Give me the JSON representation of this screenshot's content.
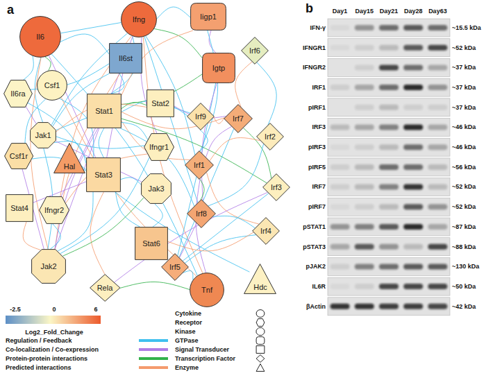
{
  "diagram": {
    "nodes": [
      {
        "text": [
          "Il6"
        ]
      },
      {
        "text": [
          "Ifng"
        ]
      },
      {
        "text": [
          "Iigp1"
        ]
      },
      {
        "text": [
          "Il6st"
        ]
      },
      {
        "text": [
          "Igtp"
        ]
      },
      {
        "text": [
          "Irf6"
        ]
      },
      {
        "text": [
          "Il6ra"
        ]
      },
      {
        "text": [
          "Csf1"
        ]
      },
      {
        "text": [
          "Stat1"
        ]
      },
      {
        "text": [
          "Stat2"
        ]
      },
      {
        "text": [
          "Jak1"
        ]
      },
      {
        "text": [
          "Irf9"
        ]
      },
      {
        "text": [
          "Irf7"
        ]
      },
      {
        "text": [
          "Irf2"
        ]
      },
      {
        "text": [
          "Csf1r"
        ]
      },
      {
        "text": [
          "Hal"
        ]
      },
      {
        "text": [
          "Ifngr1"
        ]
      },
      {
        "text": [
          "Irf1"
        ]
      },
      {
        "text": [
          "Stat3"
        ]
      },
      {
        "text": [
          "Jak3"
        ]
      },
      {
        "text": [
          "Irf3"
        ]
      },
      {
        "text": [
          "Stat4"
        ]
      },
      {
        "text": [
          "Ifngr2"
        ]
      },
      {
        "text": [
          "Irf8"
        ]
      },
      {
        "text": [
          "Irf4"
        ]
      },
      {
        "text": [
          "Stat6"
        ]
      },
      {
        "text": [
          "Irf5"
        ]
      },
      {
        "text": [
          "Hdc"
        ]
      },
      {
        "text": [
          "Jak2"
        ]
      },
      {
        "text": [
          "Rela"
        ]
      },
      {
        "text": [
          "Tnf"
        ]
      }
    ],
    "edges": [
      {
        "from": 0,
        "to": 3,
        "arrow": "none"
      },
      {
        "from": 0,
        "to": 6,
        "arrow": "none"
      },
      {
        "from": 0,
        "to": 18,
        "arrow": "none"
      },
      {
        "from": 0,
        "to": 10,
        "arrow": "none"
      },
      {
        "from": 0,
        "to": 28,
        "arrow": "none"
      },
      {
        "from": 0,
        "to": 30,
        "arrow": "none"
      },
      {
        "from": 0,
        "to": 7,
        "arrow": "none"
      },
      {
        "from": 0,
        "to": 1,
        "arrow": "none"
      },
      {
        "from": 1,
        "to": 16,
        "arrow": "none"
      },
      {
        "from": 1,
        "to": 22,
        "arrow": "none"
      },
      {
        "from": 1,
        "to": 8,
        "arrow": "none"
      },
      {
        "from": 1,
        "to": 17,
        "arrow": "none"
      },
      {
        "from": 1,
        "to": 28,
        "arrow": "none"
      },
      {
        "from": 1,
        "to": 10,
        "arrow": "none"
      },
      {
        "from": 1,
        "to": 30,
        "arrow": "none"
      },
      {
        "from": 1,
        "to": 2,
        "arrow": "none"
      },
      {
        "from": 1,
        "to": 4,
        "arrow": "none"
      },
      {
        "from": 1,
        "to": 23,
        "arrow": "none"
      },
      {
        "from": 2,
        "to": 4,
        "arrow": "none"
      },
      {
        "from": 2,
        "to": 8,
        "arrow": "none"
      },
      {
        "from": 2,
        "to": 17,
        "arrow": "none"
      },
      {
        "from": 3,
        "to": 6,
        "arrow": "none"
      },
      {
        "from": 3,
        "to": 18,
        "arrow": "none"
      },
      {
        "from": 3,
        "to": 10,
        "arrow": "none"
      },
      {
        "from": 3,
        "to": 28,
        "arrow": "none"
      },
      {
        "from": 3,
        "to": 8,
        "arrow": "none"
      },
      {
        "from": 4,
        "to": 8,
        "arrow": "none"
      },
      {
        "from": 4,
        "to": 17,
        "arrow": "none"
      },
      {
        "from": 4,
        "to": 23,
        "arrow": "none"
      },
      {
        "from": 5,
        "to": 12,
        "arrow": "none"
      },
      {
        "from": 5,
        "to": 13,
        "arrow": "none"
      },
      {
        "from": 6,
        "to": 18,
        "arrow": "none"
      },
      {
        "from": 6,
        "to": 10,
        "arrow": "none"
      },
      {
        "from": 7,
        "to": 14,
        "arrow": "none"
      },
      {
        "from": 7,
        "to": 30,
        "arrow": "none"
      },
      {
        "from": 7,
        "to": 18,
        "arrow": "none"
      },
      {
        "from": 8,
        "to": 9,
        "arrow": "none"
      },
      {
        "from": 8,
        "to": 10,
        "arrow": "none"
      },
      {
        "from": 8,
        "to": 28,
        "arrow": "none"
      },
      {
        "from": 8,
        "to": 17,
        "arrow": "none"
      },
      {
        "from": 8,
        "to": 11,
        "arrow": "none"
      },
      {
        "from": 8,
        "to": 16,
        "arrow": "none"
      },
      {
        "from": 8,
        "to": 22,
        "arrow": "none"
      },
      {
        "from": 8,
        "to": 18,
        "arrow": "none"
      },
      {
        "from": 8,
        "to": 12,
        "arrow": "none"
      },
      {
        "from": 8,
        "to": 23,
        "arrow": "none"
      },
      {
        "from": 8,
        "to": 20,
        "arrow": "none"
      },
      {
        "from": 9,
        "to": 11,
        "arrow": "none"
      },
      {
        "from": 9,
        "to": 12,
        "arrow": "none"
      },
      {
        "from": 9,
        "to": 10,
        "arrow": "none"
      },
      {
        "from": 10,
        "to": 18,
        "arrow": "none"
      },
      {
        "from": 10,
        "to": 28,
        "arrow": "none"
      },
      {
        "from": 10,
        "to": 19,
        "arrow": "none"
      },
      {
        "from": 10,
        "to": 16,
        "arrow": "none"
      },
      {
        "from": 11,
        "to": 12,
        "arrow": "none"
      },
      {
        "from": 11,
        "to": 17,
        "arrow": "none"
      },
      {
        "from": 12,
        "to": 20,
        "arrow": "none"
      },
      {
        "from": 12,
        "to": 26,
        "arrow": "none"
      },
      {
        "from": 12,
        "to": 17,
        "arrow": "none"
      },
      {
        "from": 13,
        "to": 17,
        "arrow": "none"
      },
      {
        "from": 13,
        "to": 23,
        "arrow": "none"
      },
      {
        "from": 14,
        "to": 18,
        "arrow": "none"
      },
      {
        "from": 14,
        "to": 28,
        "arrow": "none"
      },
      {
        "from": 15,
        "to": 27,
        "arrow": "none"
      },
      {
        "from": 16,
        "to": 22,
        "arrow": "none"
      },
      {
        "from": 16,
        "to": 28,
        "arrow": "none"
      },
      {
        "from": 17,
        "to": 23,
        "arrow": "none"
      },
      {
        "from": 17,
        "to": 26,
        "arrow": "none"
      },
      {
        "from": 17,
        "to": 30,
        "arrow": "none"
      },
      {
        "from": 17,
        "to": 24,
        "arrow": "none"
      },
      {
        "from": 18,
        "to": 28,
        "arrow": "none"
      },
      {
        "from": 18,
        "to": 19,
        "arrow": "none"
      },
      {
        "from": 18,
        "to": 21,
        "arrow": "none"
      },
      {
        "from": 18,
        "to": 25,
        "arrow": "none"
      },
      {
        "from": 18,
        "to": 29,
        "arrow": "none"
      },
      {
        "from": 19,
        "to": 25,
        "arrow": "none"
      },
      {
        "from": 19,
        "to": 28,
        "arrow": "none"
      },
      {
        "from": 20,
        "to": 26,
        "arrow": "none"
      },
      {
        "from": 20,
        "to": 29,
        "arrow": "none"
      },
      {
        "from": 21,
        "to": 28,
        "arrow": "none"
      },
      {
        "from": 22,
        "to": 28,
        "arrow": "none"
      },
      {
        "from": 23,
        "to": 24,
        "arrow": "none"
      },
      {
        "from": 23,
        "to": 26,
        "arrow": "none"
      },
      {
        "from": 24,
        "to": 26,
        "arrow": "none"
      },
      {
        "from": 25,
        "to": 24,
        "arrow": "none"
      },
      {
        "from": 26,
        "to": 30,
        "arrow": "none"
      },
      {
        "from": 29,
        "to": 30,
        "arrow": "none"
      }
    ],
    "labels": [
      "a",
      "-2.5",
      "0",
      "6",
      "Log2_Fold_Change",
      "b",
      "Day1",
      "Day15",
      "Day21",
      "Day28",
      "Day63",
      "IFN-γ",
      "~15.5 kDa",
      "IFNGR1",
      "~52 kDa",
      "IFNGR2",
      "~37 kDa",
      "IRF1",
      "~37 kDa",
      "pIRF1",
      "~37 kDa",
      "IRF3",
      "~46 kDa",
      "pIRF3",
      "~46 kDa",
      "pIRF5",
      "~56 kDa",
      "IRF7",
      "~52 kDa",
      "pIRF7",
      "~52 kDa",
      "pSTAT1",
      "~87 kDa",
      "pSTAT3",
      "~88 kDa",
      "pJAK2",
      "~130 kDa",
      "IL6R",
      "~50 kDa",
      "βActin",
      "~42 kDa"
    ],
    "legend": [
      {
        "text": "Regulation / Feedback",
        "color": "#3fc0ef"
      },
      {
        "text": "Co-localization / Co-expression",
        "color": "#b07de6"
      },
      {
        "text": "Protein-protein interactions",
        "color": "#33b24b"
      },
      {
        "text": "Predicted interactions",
        "color": "#f49b6d"
      },
      {
        "text": "Cytokine"
      },
      {
        "text": "Receptor"
      },
      {
        "text": "Kinase"
      },
      {
        "text": "GTPase"
      },
      {
        "text": "Signal Transducer"
      },
      {
        "text": "Transcription Factor"
      },
      {
        "text": "Enzyme"
      }
    ]
  }
}
